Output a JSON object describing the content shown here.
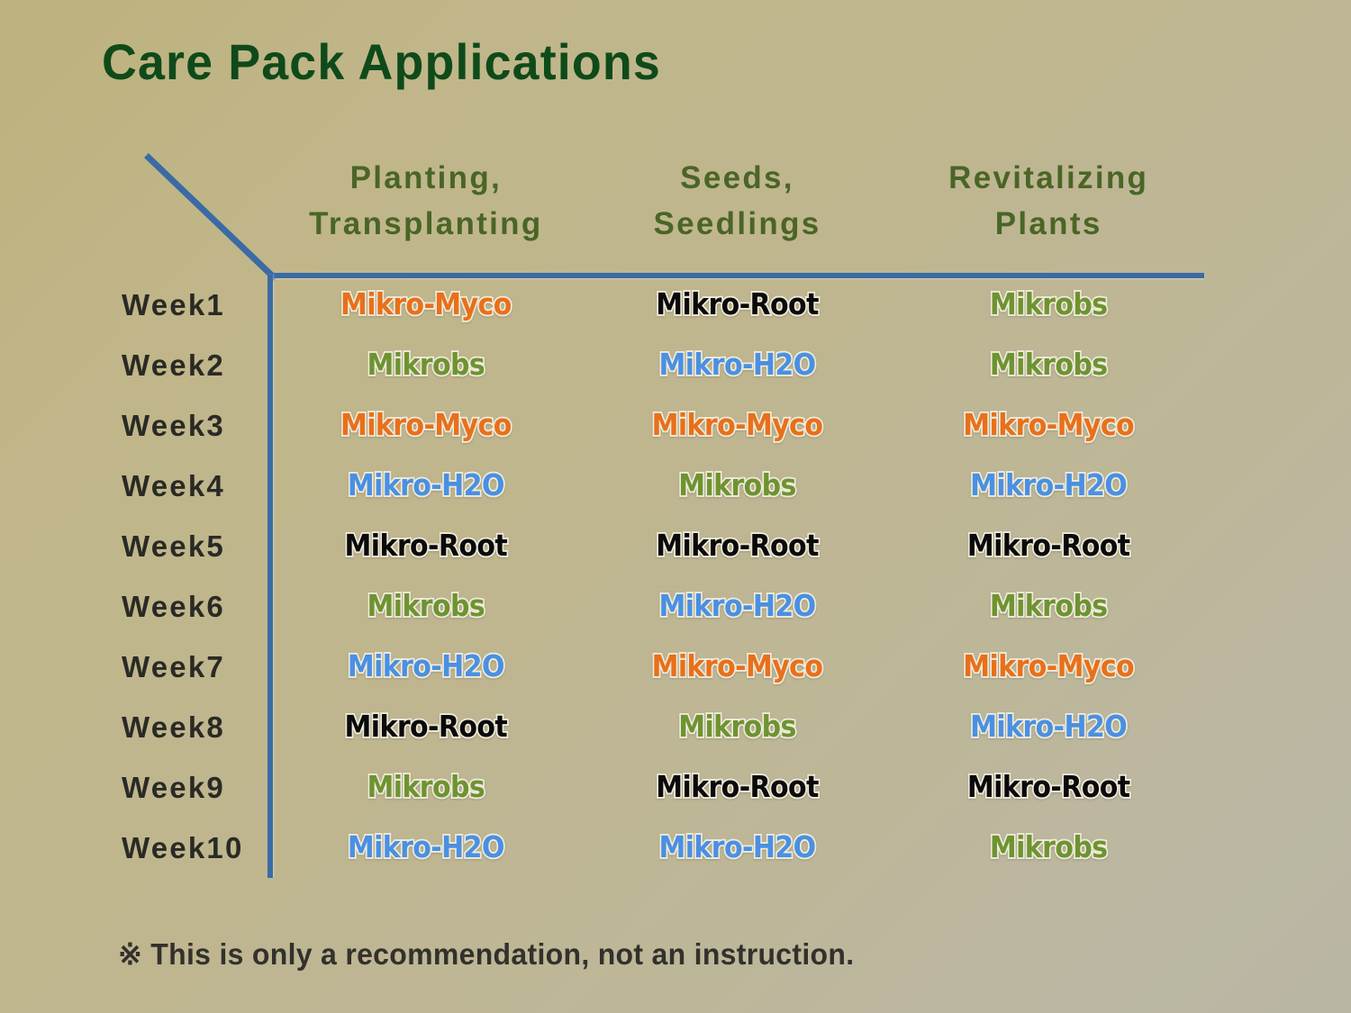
{
  "title": "Care Pack Applications",
  "footnote": "※ This is only a recommendation, not an instruction.",
  "colors": {
    "background_top_left": "#bdb27d",
    "background_bottom_right": "#b9b6a4",
    "title_green": "#0f4a1a",
    "header_green": "#4a6526",
    "week_label": "#2a2a25",
    "axis_blue": "#3a6ba5",
    "product_outline": "#efeadb",
    "mikro_myco": "#e8701a",
    "mikro_root": "#0a0a0a",
    "mikrobs": "#6e9331",
    "mikro_h2o": "#4a90e2"
  },
  "table": {
    "corner_label": "",
    "columns": [
      {
        "line1": "Planting,",
        "line2": "Transplanting"
      },
      {
        "line1": "Seeds,",
        "line2": "Seedlings"
      },
      {
        "line1": "Revitalizing",
        "line2": "Plants"
      }
    ],
    "row_labels": [
      "Week1",
      "Week2",
      "Week3",
      "Week4",
      "Week5",
      "Week6",
      "Week7",
      "Week8",
      "Week9",
      "Week10"
    ],
    "rows": [
      [
        {
          "name": "Mikro-Myco",
          "product": "myco"
        },
        {
          "name": "Mikro-Root",
          "product": "root"
        },
        {
          "name": "Mikrobs",
          "product": "mikrobs"
        }
      ],
      [
        {
          "name": "Mikrobs",
          "product": "mikrobs"
        },
        {
          "name": "Mikro-H2O",
          "product": "h2o"
        },
        {
          "name": "Mikrobs",
          "product": "mikrobs"
        }
      ],
      [
        {
          "name": "Mikro-Myco",
          "product": "myco"
        },
        {
          "name": "Mikro-Myco",
          "product": "myco"
        },
        {
          "name": "Mikro-Myco",
          "product": "myco"
        }
      ],
      [
        {
          "name": "Mikro-H2O",
          "product": "h2o"
        },
        {
          "name": "Mikrobs",
          "product": "mikrobs"
        },
        {
          "name": "Mikro-H2O",
          "product": "h2o"
        }
      ],
      [
        {
          "name": "Mikro-Root",
          "product": "root"
        },
        {
          "name": "Mikro-Root",
          "product": "root"
        },
        {
          "name": "Mikro-Root",
          "product": "root"
        }
      ],
      [
        {
          "name": "Mikrobs",
          "product": "mikrobs"
        },
        {
          "name": "Mikro-H2O",
          "product": "h2o"
        },
        {
          "name": "Mikrobs",
          "product": "mikrobs"
        }
      ],
      [
        {
          "name": "Mikro-H2O",
          "product": "h2o"
        },
        {
          "name": "Mikro-Myco",
          "product": "myco"
        },
        {
          "name": "Mikro-Myco",
          "product": "myco"
        }
      ],
      [
        {
          "name": "Mikro-Root",
          "product": "root"
        },
        {
          "name": "Mikrobs",
          "product": "mikrobs"
        },
        {
          "name": "Mikro-H2O",
          "product": "h2o"
        }
      ],
      [
        {
          "name": "Mikrobs",
          "product": "mikrobs"
        },
        {
          "name": "Mikro-Root",
          "product": "root"
        },
        {
          "name": "Mikro-Root",
          "product": "root"
        }
      ],
      [
        {
          "name": "Mikro-H2O",
          "product": "h2o"
        },
        {
          "name": "Mikro-H2O",
          "product": "h2o"
        },
        {
          "name": "Mikrobs",
          "product": "mikrobs"
        }
      ]
    ]
  }
}
